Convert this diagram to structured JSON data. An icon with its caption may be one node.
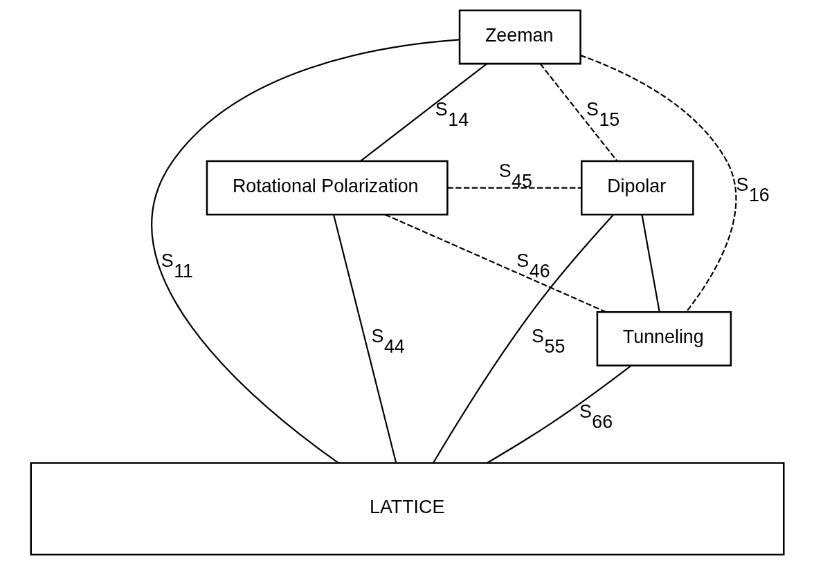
{
  "diagram": {
    "nodes": [
      {
        "text": [
          "Zeeman"
        ]
      },
      {
        "text": [
          "Rotational Polarization"
        ]
      },
      {
        "text": [
          "Dipolar"
        ]
      },
      {
        "text": [
          "Tunneling"
        ]
      },
      {
        "text": [
          "LATTICE"
        ]
      }
    ],
    "edges": [
      {
        "from": 0,
        "to": 1,
        "arrow": "none",
        "label": "S$_{14}$"
      },
      {
        "from": 0,
        "to": 2,
        "arrow": "none",
        "label": "S$_{15}$",
        "style": "dashed"
      },
      {
        "from": 0,
        "to": 3,
        "arrow": "none",
        "label": "S$_{16}$",
        "style": "dashed"
      },
      {
        "from": 0,
        "to": 4,
        "arrow": "none",
        "label": "S$_{11}$"
      },
      {
        "from": 1,
        "to": 2,
        "arrow": "none",
        "label": "S$_{45}$",
        "style": "dashed"
      },
      {
        "from": 1,
        "to": 3,
        "arrow": "none",
        "label": "S$_{46}$",
        "style": "dashed"
      },
      {
        "from": 1,
        "to": 4,
        "arrow": "none",
        "label": "S$_{44}$"
      },
      {
        "from": 2,
        "to": 3,
        "arrow": "none"
      },
      {
        "from": 2,
        "to": 4,
        "arrow": "none",
        "label": "S$_{55}$"
      },
      {
        "from": 3,
        "to": 4,
        "arrow": "none",
        "label": "S$_{66}$"
      }
    ]
  }
}
